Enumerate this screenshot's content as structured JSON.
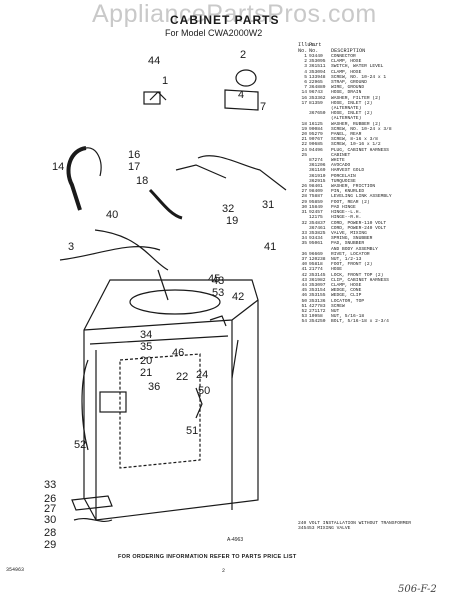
{
  "watermark": "AppliancePartsPros.com",
  "header": {
    "title": "CABINET PARTS",
    "subtitle": "For Model CWA2000W2"
  },
  "parts_list": {
    "headers": {
      "illus": "Illus.",
      "no": "No.",
      "part": "Part",
      "part_no": "No.",
      "description": "DESCRIPTION"
    },
    "rows": [
      [
        "1",
        "93440",
        "CONNECTOR"
      ],
      [
        "2",
        "353095",
        "CLAMP, HOSE"
      ],
      [
        "3",
        "361511",
        "SWITCH, WATER LEVEL"
      ],
      [
        "4",
        "353094",
        "CLAMP, HOSE"
      ],
      [
        "5",
        "133948",
        "SCREW, NO. 10-24 x 1"
      ],
      [
        "6",
        "22965",
        "STRAP, GROUND"
      ],
      [
        "7",
        "364889",
        "WIRE, GROUND"
      ],
      [
        "14",
        "96743",
        "HOSE, DRAIN"
      ],
      [
        "16",
        "353362",
        "WASHER, FILTER (2)"
      ],
      [
        "17",
        "81359",
        "HOSE, INLET (2)"
      ],
      [
        "",
        "",
        "(ALTERNATE)"
      ],
      [
        "",
        "367650",
        "HOSE, INLET (2)"
      ],
      [
        "",
        "",
        "(ALTERNATE)"
      ],
      [
        "18",
        "16125",
        "WASHER, RUBBER (2)"
      ],
      [
        "19",
        "90084",
        "SCREW, NO. 10-24 x 3/8"
      ],
      [
        "20",
        "95279",
        "PANEL, REAR"
      ],
      [
        "21",
        "90767",
        "SCREW, 8-16 x 3/8"
      ],
      [
        "22",
        "90685",
        "SCREW, 10-16 x 1/2"
      ],
      [
        "24",
        "94496",
        "PLUG, CABINET HARNESS"
      ],
      [
        "25",
        "",
        "CABINET"
      ],
      [
        "",
        "87274",
        "WHITE"
      ],
      [
        "",
        "361206",
        "AVOCADO"
      ],
      [
        "",
        "361169",
        "HARVEST GOLD"
      ],
      [
        "",
        "361910",
        "PORCELAIN"
      ],
      [
        "",
        "362915",
        "TURQUOISE"
      ],
      [
        "26",
        "98401",
        "WASHER, FRICTION"
      ],
      [
        "27",
        "98409",
        "PIN, KNURLED"
      ],
      [
        "28",
        "75887",
        "LEVELING LINK ASSEMBLY"
      ],
      [
        "29",
        "95859",
        "FOOT, REAR (2)"
      ],
      [
        "30",
        "15849",
        "PAD HINGE"
      ],
      [
        "31",
        "92457",
        "HINGE--L.H."
      ],
      [
        "",
        "12175",
        "HINGE--R.H."
      ],
      [
        "32",
        "354837",
        "CORD, POWER-110 VOLT"
      ],
      [
        "",
        "367461",
        "CORD, POWER-240 VOLT"
      ],
      [
        "33",
        "353825",
        "VALVE, MIXING"
      ],
      [
        "34",
        "93434",
        "SPRING, SNUBBER"
      ],
      [
        "35",
        "95061",
        "PAD, SNUBBER"
      ],
      [
        "",
        "",
        "AND BODY ASSEMBLY"
      ],
      [
        "36",
        "96669",
        "RIVET, LOCATOR"
      ],
      [
        "37",
        "120238",
        "NUT, 1/2-13"
      ],
      [
        "40",
        "95818",
        "FOOT, FRONT (2)"
      ],
      [
        "41",
        "21774",
        "HOSE"
      ],
      [
        "42",
        "353145",
        "LOCK, FRONT TOP (2)"
      ],
      [
        "43",
        "361982",
        "CLIP, CABINET HARNESS"
      ],
      [
        "44",
        "353097",
        "CLAMP, HOSE"
      ],
      [
        "45",
        "353154",
        "WEDGE, CONE"
      ],
      [
        "46",
        "353155",
        "WEDGE, CLIP"
      ],
      [
        "50",
        "353136",
        "LOCATOR, TOP"
      ],
      [
        "51",
        "427783",
        "SCREW"
      ],
      [
        "52",
        "271172",
        "NUT"
      ],
      [
        "53",
        "10958",
        "NUT, 5/16-18"
      ],
      [
        "54",
        "354250",
        "BOLT, 5/16-18 x 2-3/4"
      ]
    ]
  },
  "notes": [
    "240 VOLT INSTALLATION WITHOUT TRANSFORMER",
    "345453 MIXING VALVE"
  ],
  "callouts": [
    "44",
    "1",
    "2",
    "4",
    "16",
    "17",
    "18",
    "14",
    "40",
    "3",
    "7",
    "32",
    "31",
    "19",
    "41",
    "45",
    "43",
    "53",
    "42",
    "34",
    "35",
    "20",
    "21",
    "36",
    "46",
    "22",
    "24",
    "50",
    "51",
    "52",
    "33",
    "26",
    "27",
    "30",
    "28",
    "29"
  ],
  "drawing_number": "A-4963",
  "footer": "FOR ORDERING INFORMATION REFER TO PARTS PRICE LIST",
  "page_code": "354963",
  "page_number": "2",
  "handwritten_code": "506-F-2"
}
